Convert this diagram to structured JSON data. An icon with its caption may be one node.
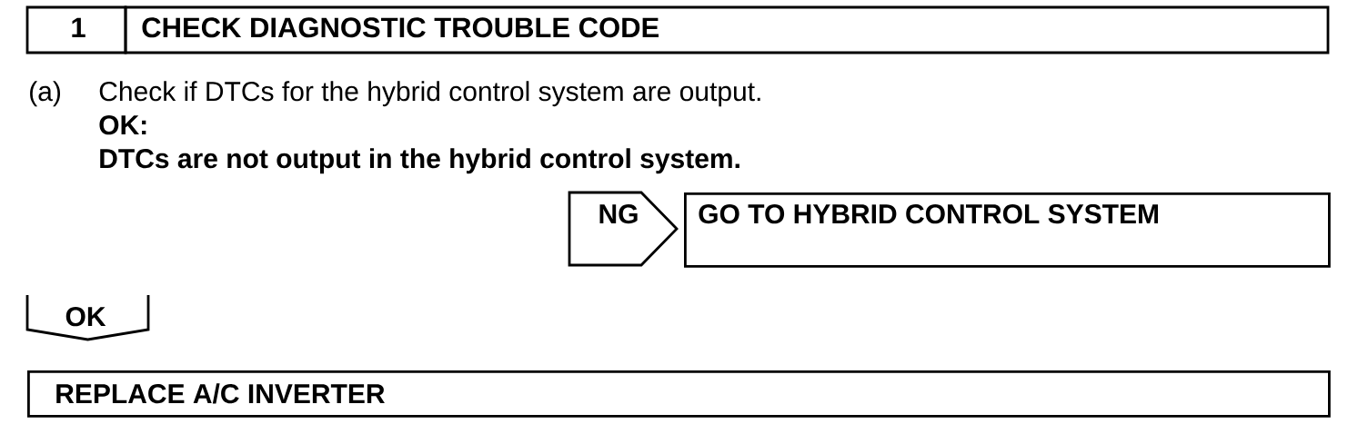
{
  "diagram": {
    "nodes": [
      {
        "text": [
          "1",
          "CHECK DIAGNOSTIC TROUBLE CODE"
        ]
      },
      {
        "text": [
          "NG"
        ]
      },
      {
        "text": [
          "GO TO HYBRID CONTROL SYSTEM"
        ]
      },
      {
        "text": [
          "OK"
        ]
      },
      {
        "text": [
          "REPLACE A/C INVERTER"
        ]
      }
    ],
    "labels": [
      "(a)",
      "Check if DTCs for the hybrid control system are output.",
      "OK:",
      "DTCs are not output in the hybrid control system."
    ]
  }
}
